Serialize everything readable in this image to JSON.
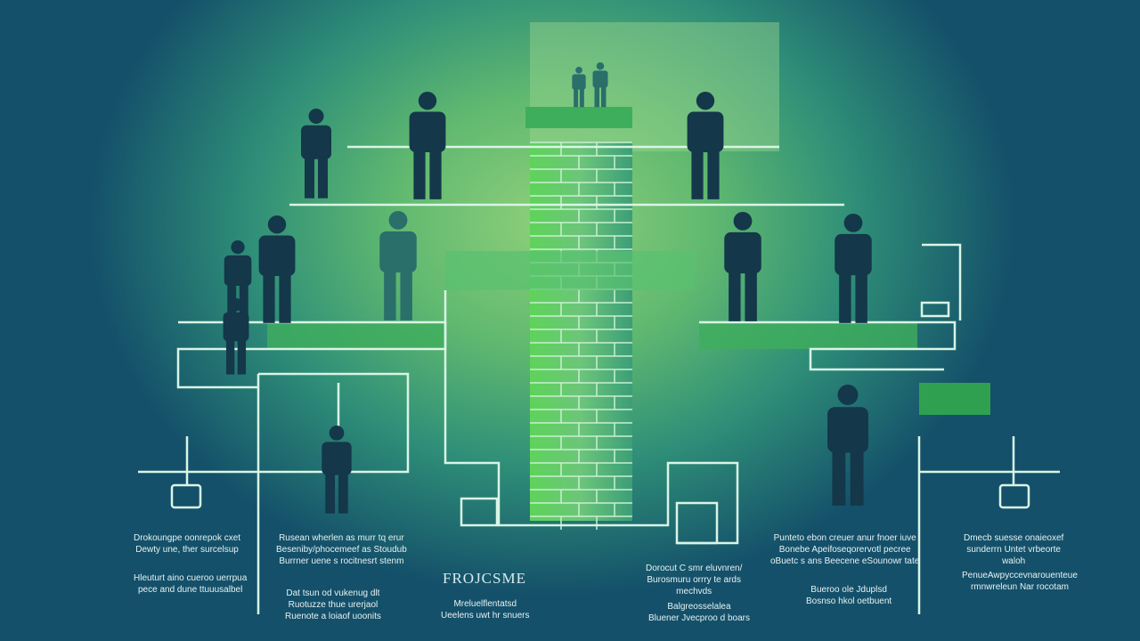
{
  "logo_text": "FROJCSME",
  "captions": [
    {
      "lines": [
        "Drokoungpe oonrepok cxet",
        "Dewty une, ther surcelsup"
      ]
    },
    {
      "lines": [
        "Hleuturt aino cueroo uerrpua",
        "pece and dune ttuuusalbel"
      ]
    },
    {
      "lines": [
        "Rusean wherlen as murr tq erur",
        "Beseniby/phocemeef as Stoudub",
        "Burrner uene s rocitnesrt stenm"
      ]
    },
    {
      "lines": [
        "Dat tsun od vukenug dlt",
        "Ruotuzze thue urerjaol",
        "Ruenote a loiaof uoonits"
      ]
    },
    {
      "lines": [
        "Mreluelflentatsd",
        "Ueelens uwt hr snuers"
      ]
    },
    {
      "lines": [
        "Dorocut C smr eluvnren/",
        "Burosmuru orrry te ards",
        "mechvds"
      ]
    },
    {
      "lines": [
        "Balgreosselalea",
        "Bluener Jvecproo d boars"
      ]
    },
    {
      "lines": [
        "Punteto ebon creuer anur fnoer iuve",
        "Bonebe Apeifoseqorervotl pecree",
        "oBuetc s ans Beecene eSounowr tate"
      ]
    },
    {
      "lines": [
        "Bueroo ole Jduplsd",
        "Bosnso hkol oetbuent"
      ]
    },
    {
      "lines": [
        "Dmecb suesse onaieoxef",
        "sunderrn Untet vrbeorte",
        "waloh"
      ]
    },
    {
      "lines": [
        "PenueAwpyccevnarouenteue",
        "rmnwreleun Nar rocotam"
      ]
    }
  ],
  "colors": {
    "dark_figure": "#14374a",
    "teal_figure": "#2a6f6a",
    "line": "#d9f5e6",
    "brick": "#49b86a",
    "accent": "#6fd36a"
  }
}
